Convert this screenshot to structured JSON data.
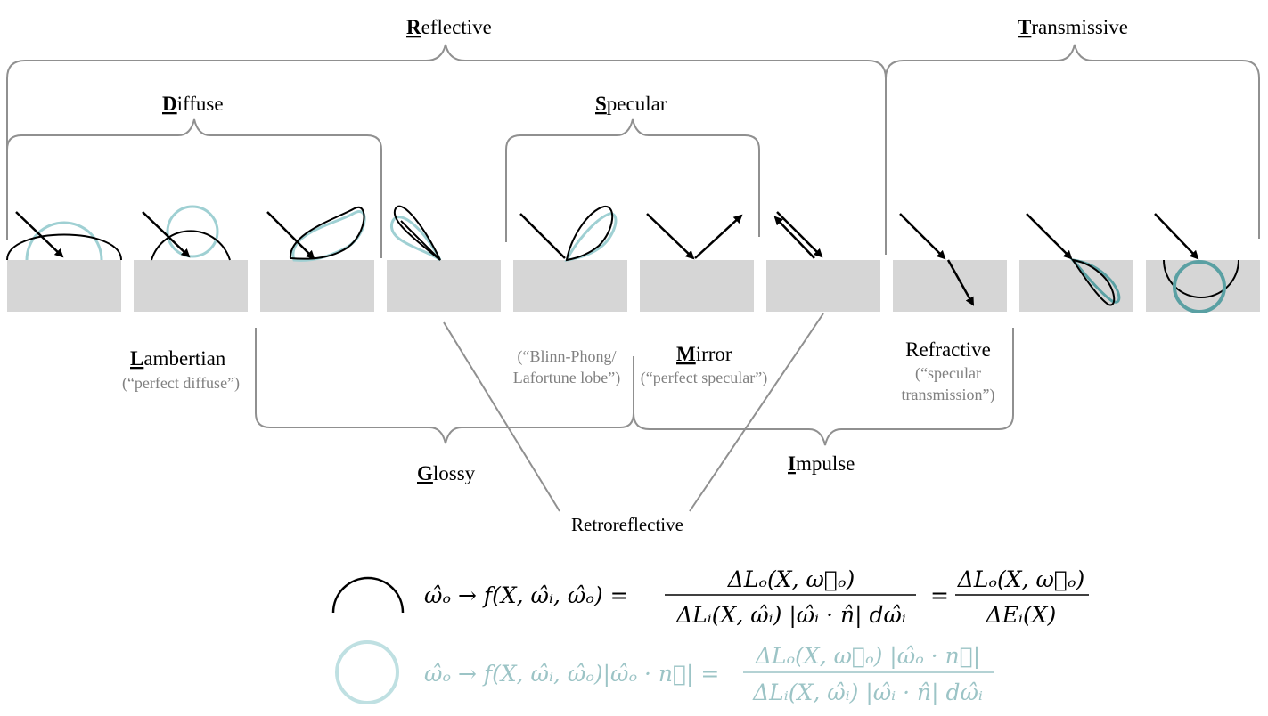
{
  "categories": {
    "reflective": {
      "initial": "R",
      "rest": "eflective"
    },
    "transmissive": {
      "initial": "T",
      "rest": "ransmissive"
    },
    "diffuse": {
      "initial": "D",
      "rest": "iffuse"
    },
    "specular": {
      "initial": "S",
      "rest": "pecular"
    },
    "glossy": {
      "initial": "G",
      "rest": "lossy"
    },
    "impulse": {
      "initial": "I",
      "rest": "mpulse"
    },
    "lambertian": {
      "initial": "L",
      "rest": "ambertian",
      "note": "(“perfect diffuse”)"
    },
    "mirror": {
      "initial": "M",
      "rest": "irror",
      "note": "(“perfect specular”)"
    },
    "blinn_phong": {
      "line1": "(“Blinn-Phong/",
      "line2": "Lafortune lobe”)"
    },
    "refractive": {
      "title": "Refractive",
      "line1": "(“specular",
      "line2": "transmission”)"
    },
    "retroreflective": "Retroreflective"
  },
  "colors": {
    "surface": "#d6d6d6",
    "bracket": "#909090",
    "lobe_black": "#000000",
    "lobe_teal": "#9fd0d3",
    "lobe_teal_dark": "#5aa0a3",
    "equation_faded": "#9cc4c6"
  },
  "legend": {
    "black_lobe_icon": "half-circle-icon",
    "teal_lobe_icon": "circle-icon",
    "eq1": {
      "lhs": "ω̂ₒ → f(X, ω̂ᵢ, ω̂ₒ) =",
      "frac1_num": "ΔLₒ(X, ω⃗ₒ)",
      "frac1_den": "ΔLᵢ(X, ω̂ᵢ) |ω̂ᵢ · n̂| dω̂ᵢ",
      "equals": "=",
      "frac2_num": "ΔLₒ(X, ω⃗ₒ)",
      "frac2_den": "ΔEᵢ(X)"
    },
    "eq2": {
      "lhs": "ω̂ₒ → f(X, ω̂ᵢ, ω̂ₒ)|ω̂ₒ · n⃗| =",
      "frac_num": "ΔLₒ(X, ω⃗ₒ) |ω̂ₒ · n⃗|",
      "frac_den": "ΔLᵢ(X, ω̂ᵢ) |ω̂ᵢ · n̂| dω̂ᵢ"
    }
  }
}
